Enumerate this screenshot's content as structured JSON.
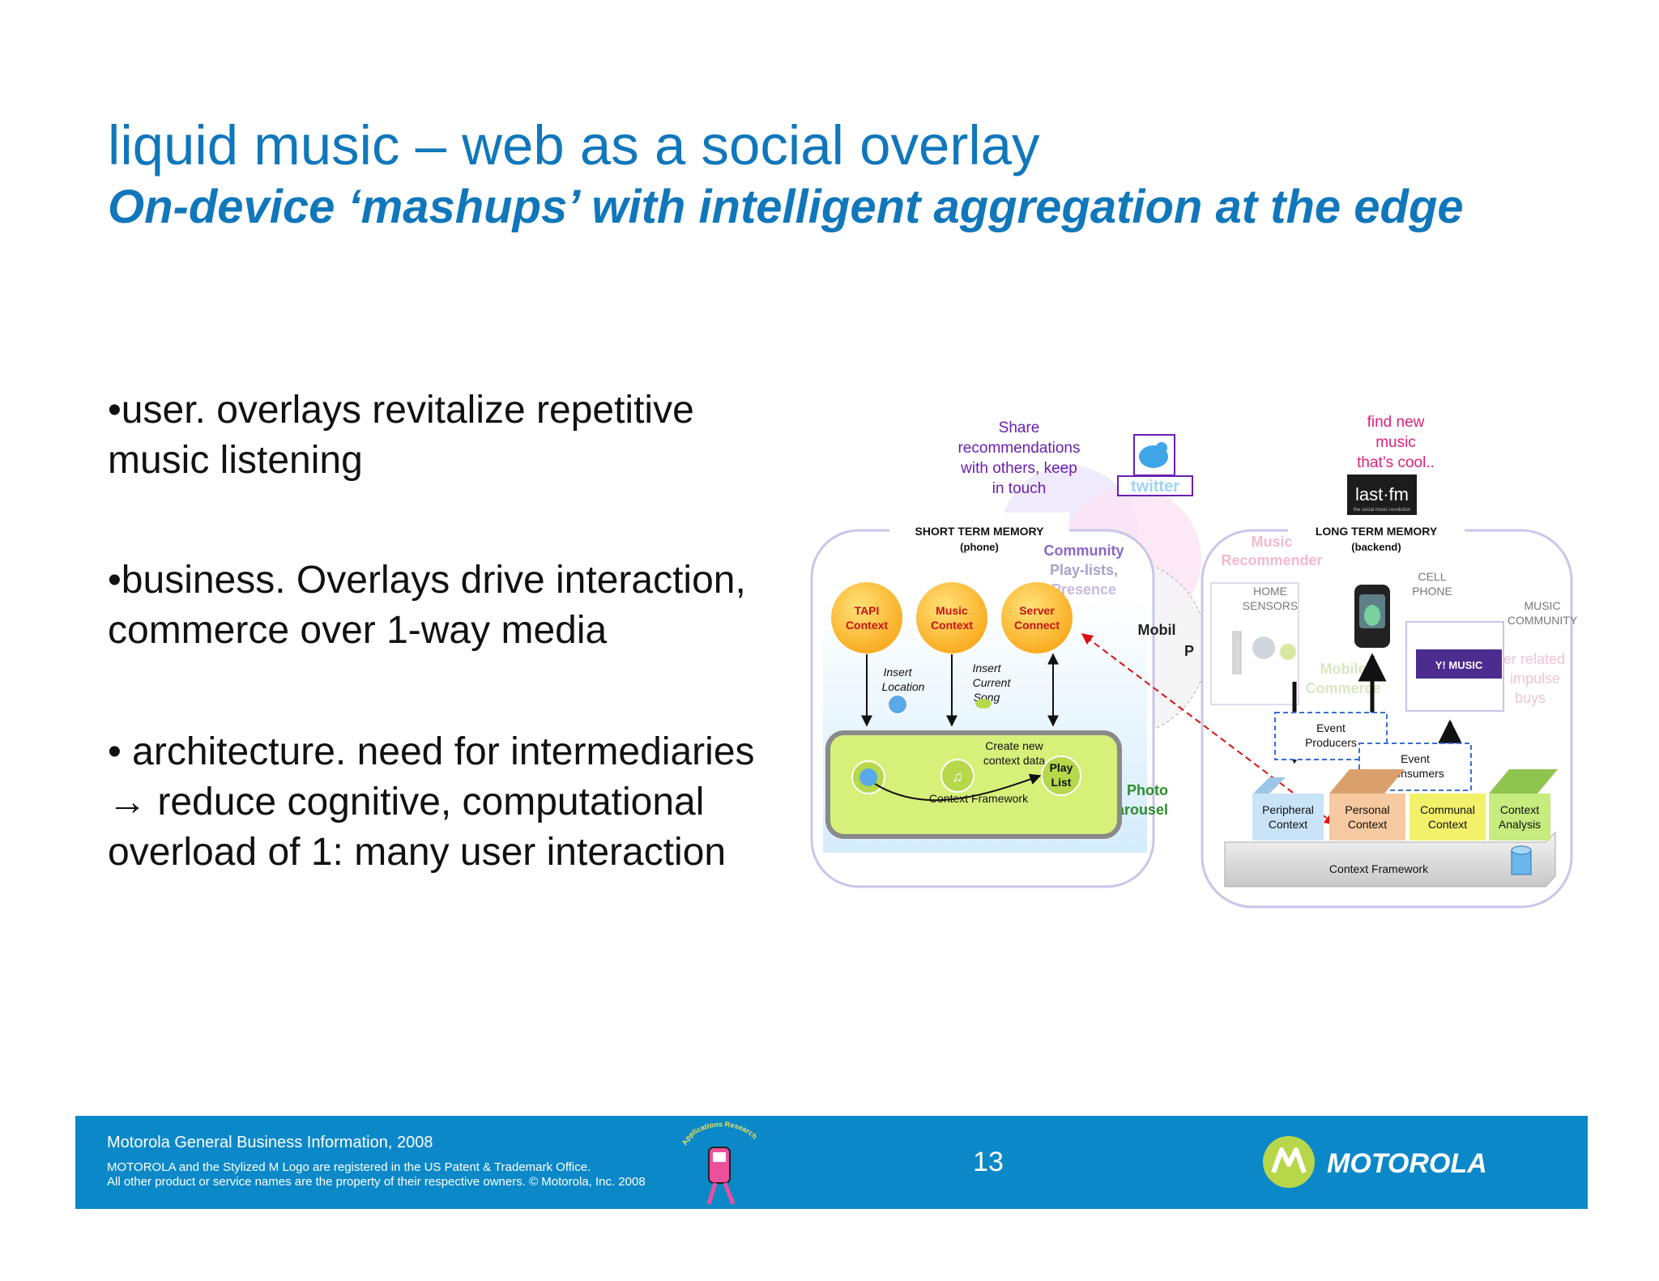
{
  "slide": {
    "title": "liquid music – web as a social overlay",
    "subtitle": "On-device ‘mashups’ with intelligent aggregation at the edge"
  },
  "bullets": [
    {
      "lines": [
        "•user. overlays revitalize repetitive",
        "music listening"
      ]
    },
    {
      "lines": [
        "•business. Overlays drive interaction,",
        "commerce over 1-way media"
      ]
    },
    {
      "lines": [
        "• architecture. need for intermediaries",
        "→ reduce cognitive, computational",
        "overload of 1: many user interaction"
      ]
    }
  ],
  "diagram": {
    "share_text": [
      "Share",
      "recommendations",
      "with others, keep",
      "in touch"
    ],
    "find_text": [
      "find new",
      "music",
      "that’s cool.."
    ],
    "twitter_label": "twitter",
    "lastfm_label": "last·fm",
    "lastfm_tagline": "the social music revolution",
    "short_term": {
      "title": "SHORT TERM MEMORY",
      "sub": "(phone)"
    },
    "long_term": {
      "title": "LONG TERM MEMORY",
      "sub": "(backend)"
    },
    "circles": [
      {
        "lines": [
          "TAPI",
          "Context"
        ]
      },
      {
        "lines": [
          "Music",
          "Context"
        ]
      },
      {
        "lines": [
          "Server",
          "Connect"
        ]
      }
    ],
    "insert_location": [
      "Insert",
      "Location"
    ],
    "insert_song": [
      "Insert",
      "Current",
      "Song"
    ],
    "create_new": [
      "Create new",
      "context data"
    ],
    "play_list": [
      "Play",
      "List"
    ],
    "context_framework_phone": "Context Framework",
    "community": [
      "Community",
      "Play-lists,",
      "Presence"
    ],
    "music_recommender": [
      "Music",
      "Recommender"
    ],
    "mobile_p": [
      "Mobil",
      "P"
    ],
    "photo_carousel": [
      "Photo",
      "Carousel"
    ],
    "mobile_commerce": [
      "Mobile",
      "Commerce"
    ],
    "home_sensors": [
      "HOME",
      "SENSORS"
    ],
    "cell_phone": [
      "CELL",
      "PHONE"
    ],
    "music_community": [
      "MUSIC",
      "COMMUNITY"
    ],
    "yahoo_music": "Y! MUSIC",
    "faded_right": [
      "er related",
      "impulse",
      "buys"
    ],
    "event_producers": [
      "Event",
      "Producers"
    ],
    "event_consumers": [
      "Event",
      "Consumers"
    ],
    "blocks": [
      {
        "lines": [
          "Peripheral",
          "Context"
        ],
        "color": "#c9e3f7"
      },
      {
        "lines": [
          "Personal",
          "Context"
        ],
        "color": "#f6c9a0"
      },
      {
        "lines": [
          "Communal",
          "Context"
        ],
        "color": "#f3f06a"
      },
      {
        "lines": [
          "Context",
          "Analysis"
        ],
        "color": "#c6eb7e"
      }
    ],
    "context_framework_backend": "Context Framework"
  },
  "footer": {
    "info": "Motorola General Business Information,  2008",
    "legal": [
      "MOTOROLA and the Stylized M Logo are registered in the US Patent & Trademark Office.",
      "All other product or service names are the property of their respective owners. © Motorola, Inc. 2008"
    ],
    "page_number": "13",
    "brand": "MOTOROLA",
    "mascot_label": "Applications Research"
  },
  "colors": {
    "title_blue": "#1177bb",
    "footer_blue": "#0b88c8",
    "share_purple": "#6a1fb0",
    "find_pink": "#e0207a",
    "circle_orange": "#f9b52a",
    "circle_text_red": "#cc1111",
    "lime_box": "#d6f07a"
  }
}
